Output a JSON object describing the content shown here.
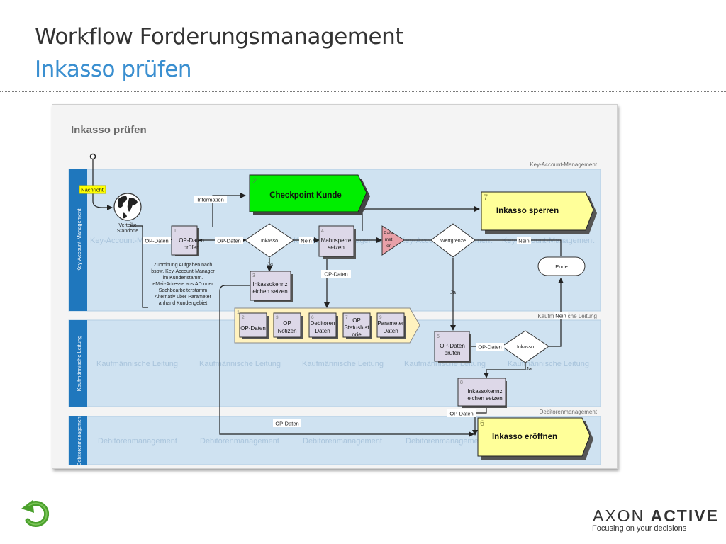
{
  "slide": {
    "title": "Workflow Forderungsmanagement",
    "subtitle": "Inkasso prüfen"
  },
  "diagram": {
    "heading": "Inkasso prüfen",
    "lanes": {
      "kam": {
        "title": "Key-Account-Management",
        "watermark": "Key-Account-Management",
        "bg_word": "Key-Account-Management"
      },
      "kfm": {
        "title": "Kaufmännische Leitung",
        "watermark": "Kaufmännische Leitung",
        "bg_word": "Kaufmännische Leitung"
      },
      "deb": {
        "title": "Debitorenmanagement",
        "watermark": "Debitorenmanagement",
        "bg_word": "Debitorenmanagement"
      }
    },
    "nodes": {
      "nachricht": "Nachricht",
      "globe_line1": "Verteilte",
      "globe_line2": "Standorte",
      "checkpoint_num": "2",
      "checkpoint": "Checkpoint Kunde",
      "sperren_num": "7",
      "sperren": "Inkasso sperren",
      "eroeffnen_num": "6",
      "eroeffnen": "Inkasso eröffnen",
      "ende": "Ende",
      "op_pruefen1_num": "1",
      "op_pruefen1_l1": "OP-Daten",
      "op_pruefen1_l2": "prüfen",
      "dec_inkasso1": "Inkasso",
      "mahnsperre_num": "4",
      "mahnsperre_l1": "Mahnsperre",
      "mahnsperre_l2": "setzen",
      "param_l1": "Para",
      "param_l2": "met",
      "param_l3": "er",
      "wertgrenze": "Wertgrenze",
      "kennz3_num": "3",
      "kennz3_l1": "Inkassokennz",
      "kennz3_l2": "eichen setzen",
      "op_pruefen5_num": "5",
      "op_pruefen5_l1": "OP-Daten",
      "op_pruefen5_l2": "prüfen",
      "dec_inkasso2": "Inkasso",
      "kennz8_num": "8",
      "kennz8_l1": "Inkassokennz",
      "kennz8_l2": "eichen setzen"
    },
    "annotation": [
      "Zuordnung Aufgaben nach",
      "bspw. Key-Account-Manager",
      "im Kundenstamm.",
      "eMail-Adresse aus AD oder",
      "Sachbearbeiterstamm",
      "Alternativ über Parameter",
      "anhand Kundengebiet"
    ],
    "data_group": {
      "num": "1",
      "items": [
        {
          "num": "2",
          "l1": "OP-Daten",
          "l2": "",
          "l3": ""
        },
        {
          "num": "3",
          "l1": "OP",
          "l2": "Notizen",
          "l3": ""
        },
        {
          "num": "6",
          "l1": "Debitoren",
          "l2": "Daten",
          "l3": ""
        },
        {
          "num": "7",
          "l1": "OP",
          "l2": "Statushist",
          "l3": "orie"
        },
        {
          "num": "9",
          "l1": "Parameter",
          "l2": "Daten",
          "l3": ""
        }
      ]
    },
    "edges": {
      "information": "Information",
      "op_daten_a": "OP-Daten",
      "op_daten_b": "OP-Daten",
      "nein_a": "Nein",
      "ja_a": "Ja",
      "op_daten_c": "OP-Daten",
      "ja_b": "Ja",
      "nein_b": "Nein",
      "nein_c": "Nein",
      "op_daten_d": "OP-Daten",
      "ja_c": "Ja",
      "op_daten_e": "OP-Daten",
      "op_daten_f": "OP-Daten"
    }
  },
  "logo": {
    "brand_part1": "AXON",
    "brand_part2": "ACTIVE",
    "tagline": "Focusing on your decisions"
  },
  "colors": {
    "title": "#333333",
    "subtitle": "#3a8fd0",
    "lane_bg": "#cfe2f1",
    "lane_header": "#1f77bd",
    "checkpoint": "#00ee00",
    "yellow_box": "#ffff99",
    "task_box": "#ddd8e8",
    "group_box": "#fff2bf",
    "param_box": "#e8a0a8",
    "back_icon": "#4aa02c"
  }
}
